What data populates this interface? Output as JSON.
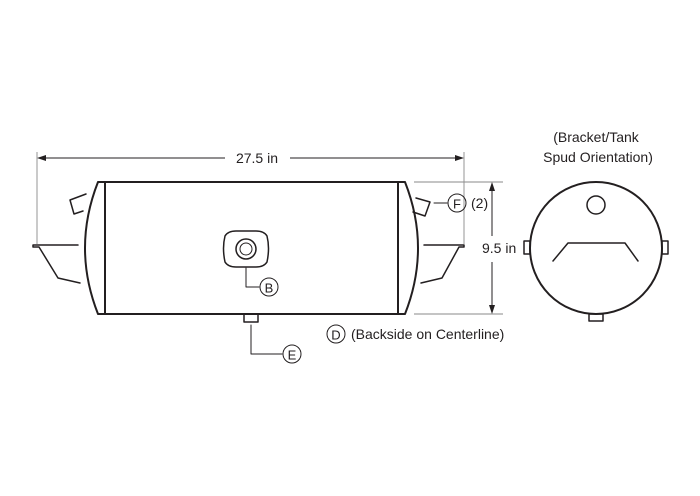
{
  "dimensions": {
    "length": "27.5 in",
    "diameter": "9.5 in"
  },
  "callouts": {
    "b": {
      "letter": "B"
    },
    "d": {
      "letter": "D",
      "note": "(Backside on Centerline)"
    },
    "e": {
      "letter": "E"
    },
    "f": {
      "letter": "F",
      "note": "(2)"
    }
  },
  "end_view": {
    "title_line1": "(Bracket/Tank",
    "title_line2": "Spud Orientation)"
  },
  "colors": {
    "line": "#231f20",
    "extension_line": "#8a8a8a",
    "background": "#ffffff"
  }
}
